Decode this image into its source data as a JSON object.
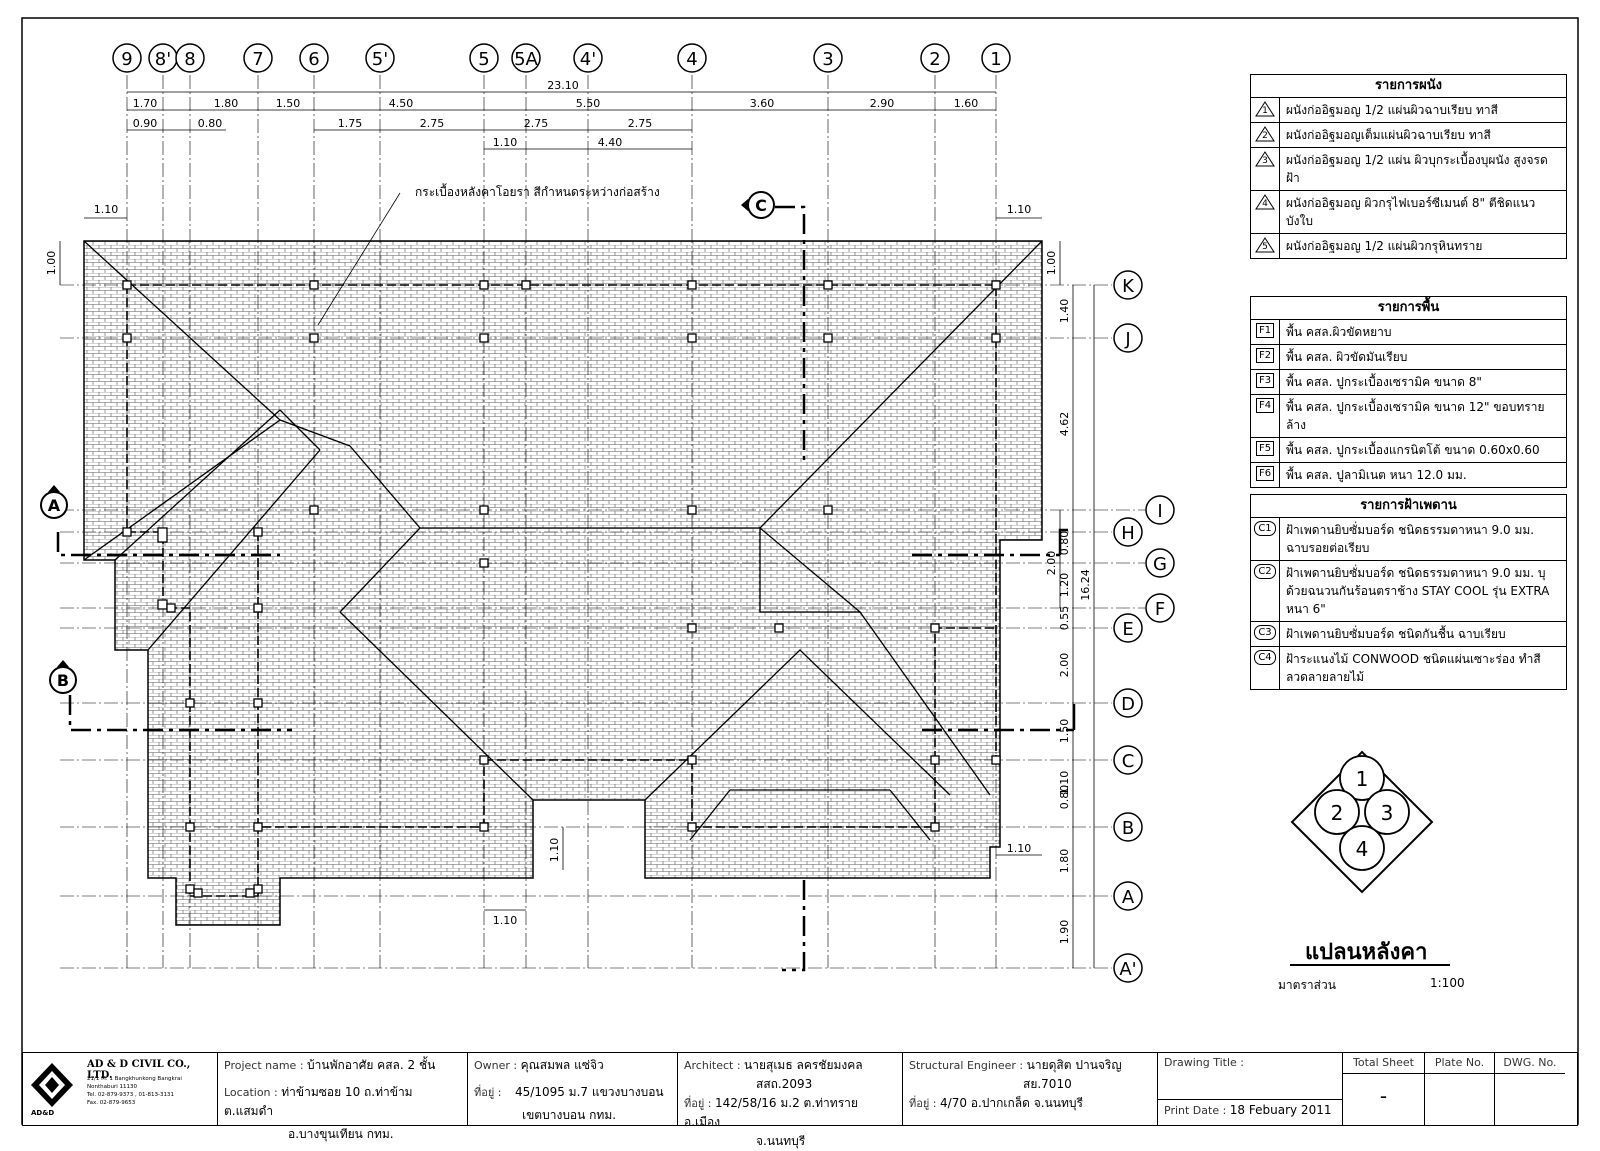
{
  "grid": {
    "columns": [
      "9",
      "8'",
      "8",
      "7",
      "6",
      "5'",
      "5",
      "5A",
      "4'",
      "4",
      "3",
      "2",
      "1"
    ],
    "rows": [
      "K",
      "J",
      "I",
      "H",
      "G",
      "F",
      "E",
      "D",
      "C",
      "B",
      "A",
      "A'"
    ]
  },
  "dimensions_top": {
    "overall": "23.10",
    "row1": [
      "1.70",
      "1.80",
      "1.50",
      "4.50",
      "5.50",
      "3.60",
      "2.90",
      "1.60"
    ],
    "row2": [
      "0.90",
      "0.80",
      "1.75",
      "2.75",
      "2.75",
      "2.75"
    ],
    "row3": [
      "1.10",
      "4.40"
    ]
  },
  "dimensions_right": {
    "segments": [
      "1.40",
      "4.62",
      "0.80",
      "1.20",
      "0.55",
      "2.00",
      "1.50",
      "1.10",
      "0.80",
      "1.80",
      "1.90"
    ],
    "sub": "2.00",
    "overall": "16.24"
  },
  "dimensions_misc": {
    "overhang_top_left": "1.10",
    "overhang_top_right": "1.10",
    "overhang_left": "1.00",
    "overhang_right": "1.00",
    "bottom_overhang": "1.10",
    "bottom_right_overhang": "1.10",
    "bottom_vertical": "1.10"
  },
  "section_markers": [
    "A",
    "B",
    "C"
  ],
  "annotation": "กระเบื้องหลังคาโอยรา  สีกำหนดระหว่างก่อสร้าง",
  "legend_walls": {
    "title": "รายการผนัง",
    "items": [
      {
        "code": "1",
        "text": "ผนังก่ออิฐมอญ 1/2 แผ่นผิวฉาบเรียบ ทาสี"
      },
      {
        "code": "2",
        "text": "ผนังก่ออิฐมอญเต็มแผ่นผิวฉาบเรียบ ทาสี"
      },
      {
        "code": "3",
        "text": "ผนังก่ออิฐมอญ 1/2 แผ่น ผิวบุกระเบื้องบุผนัง สูงจรดฝ้า"
      },
      {
        "code": "4",
        "text": "ผนังก่ออิฐมอญ ผิวกรุไฟเบอร์ซีเมนต์ 8\" ตีชิดแนวบังใบ"
      },
      {
        "code": "5",
        "text": "ผนังก่ออิฐมอญ 1/2 แผ่นผิวกรุหินทราย"
      }
    ]
  },
  "legend_floors": {
    "title": "รายการพื้น",
    "items": [
      {
        "code": "F1",
        "text": "พื้น คสล.ผิวขัดหยาบ"
      },
      {
        "code": "F2",
        "text": "พื้น คสล. ผิวขัดมันเรียบ"
      },
      {
        "code": "F3",
        "text": "พื้น คสล. ปูกระเบื้องเซรามิค ขนาด 8\""
      },
      {
        "code": "F4",
        "text": "พื้น คสล. ปูกระเบื้องเซรามิค ขนาด 12\" ขอบทรายล้าง"
      },
      {
        "code": "F5",
        "text": "พื้น คสล. ปูกระเบื้องแกรนิตโต้ ขนาด 0.60x0.60"
      },
      {
        "code": "F6",
        "text": "พื้น คสล. ปูลามิเนต หนา 12.0 มม."
      }
    ]
  },
  "legend_ceilings": {
    "title": "รายการฝ้าเพดาน",
    "items": [
      {
        "code": "C1",
        "text": "ฝ้าเพดานยิบซั่มบอร์ด ชนิดธรรมดาหนา 9.0 มม. ฉาบรอยต่อเรียบ"
      },
      {
        "code": "C2",
        "text": "ฝ้าเพดานยิบซั่มบอร์ด ชนิดธรรมดาหนา 9.0 มม. บุด้วยฉนวนกันร้อนตราช้าง STAY COOL รุ่น EXTRA หนา 6\""
      },
      {
        "code": "C3",
        "text": "ฝ้าเพดานยิบซั่มบอร์ด ชนิดกันชื้น ฉาบเรียบ"
      },
      {
        "code": "C4",
        "text": "ฝ้าระแนงไม้ CONWOOD ชนิดแผ่นเซาะร่อง ทำสีลวดลายลายไม้"
      }
    ]
  },
  "key_diagram": [
    "1",
    "2",
    "3",
    "4"
  ],
  "plan_title": "แปลนหลังคา",
  "scale_label": "มาตราส่วน",
  "scale_value": "1:100",
  "title_block": {
    "company": "AD & D CIVIL CO., LTD.",
    "company_address": [
      "21/1 M. 1 Bangkhunkong Bangkrai",
      "Nonthaburi 11130",
      "Tel. 02-879-9373 , 01-813-3131",
      "Fax. 02-879-9653"
    ],
    "logo_text": "AD&D",
    "project_label": "Project name :",
    "project_value": "บ้านพักอาศัย คสล. 2 ชั้น",
    "location_label": "Location :",
    "location_value": "ท่าข้ามซอย 10 ถ.ท่าข้าม ต.แสมดำ",
    "location_value2": "อ.บางขุนเทียน กทม.",
    "owner_label": "Owner :",
    "owner_value": "คุณสมพล แซ่จิว",
    "owner_addr_label": "ที่อยู่ :",
    "owner_addr": "45/1095 ม.7 แขวงบางบอน",
    "owner_addr2": "เขตบางบอน กทม.",
    "architect_label": "Architect :",
    "architect_value": "นายสุเมธ ลครชัยมงคล",
    "architect_license": "สสถ.2093",
    "architect_addr_label": "ที่อยู่ :",
    "architect_addr": "142/58/16 ม.2 ต.ท่าทราย อ.เมือง",
    "architect_addr2": "จ.นนทบุรี",
    "engineer_label": "Structural Engineer :",
    "engineer_value": "นายดุสิต ปานจริญ",
    "engineer_license": "สย.7010",
    "engineer_addr_label": "ที่อยู่ :",
    "engineer_addr": "4/70 อ.ปากเกล็ด จ.นนทบุรี",
    "drawing_title_label": "Drawing Title :",
    "print_date_label": "Print Date :",
    "print_date": "18 Febuary 2011",
    "total_sheet_label": "Total Sheet",
    "total_sheet_value": "-",
    "plate_no_label": "Plate No.",
    "dwg_no_label": "DWG. No."
  }
}
